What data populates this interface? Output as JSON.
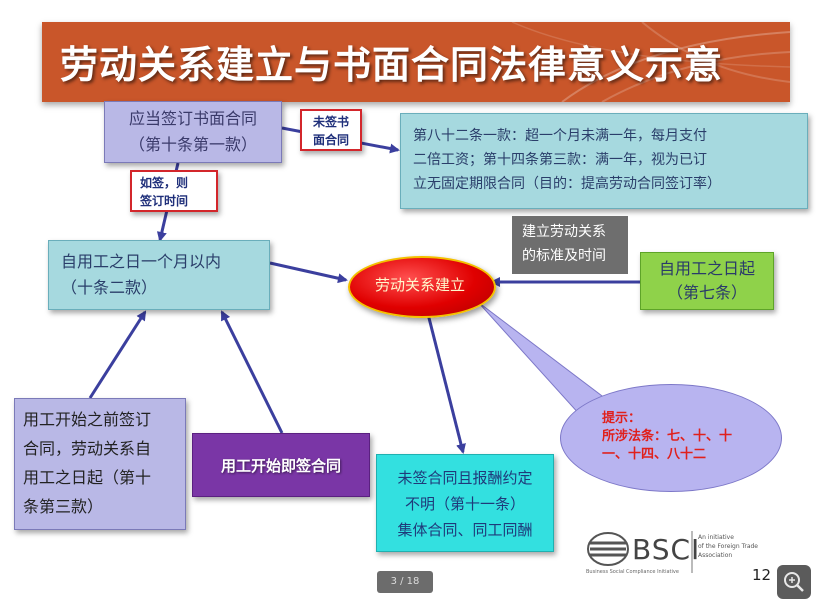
{
  "title": "劳动关系建立与书面合同法律意义示意",
  "boxes": {
    "should_sign": {
      "line1": "应当签订书面合同",
      "line2": "（第十条第一款）"
    },
    "no_sign_label": {
      "line1": "未签书",
      "line2": "面合同"
    },
    "article82": {
      "line1": "第八十二条一款：超一个月未满一年，每月支付",
      "line2": "二倍工资；第十四条第三款：满一年，视为已订",
      "line3": "立无固定期限合同（目的：提高劳动合同签订率）"
    },
    "if_signed_label": {
      "line1": "如签，则",
      "line2": "签订时间"
    },
    "within_month": {
      "line1": "自用工之日一个月以内",
      "line2": "（十条二款）"
    },
    "standard": {
      "line1": "建立劳动关系",
      "line2": "的标准及时间"
    },
    "from_day": {
      "line1": "自用工之日起",
      "line2": "（第七条）"
    },
    "relation": "劳动关系建立",
    "before_sign": {
      "line1": "用工开始之前签订",
      "line2": "合同，劳动关系自",
      "line3": "用工之日起（第十",
      "line4": "条第三款）"
    },
    "sign_at_start": "用工开始即签合同",
    "unsigned": {
      "line1": "未签合同且报酬约定",
      "line2": "不明（第十一条）",
      "line3": "集体合同、同工同酬"
    }
  },
  "hint": {
    "title": "提示：",
    "line1": "所涉法条：七、十、十",
    "line2": "一、十四、八十二"
  },
  "logo": {
    "name": "BSCI",
    "sub": "Business Social Compliance Initiative",
    "side1": "An initiative",
    "side2": "of the Foreign Trade",
    "side3": "Association"
  },
  "page_number": "12",
  "pager": "3 / 18",
  "colors": {
    "title_bg": "#c9562a",
    "arrow": "#3b3f9e",
    "label_border": "#d3262b"
  }
}
